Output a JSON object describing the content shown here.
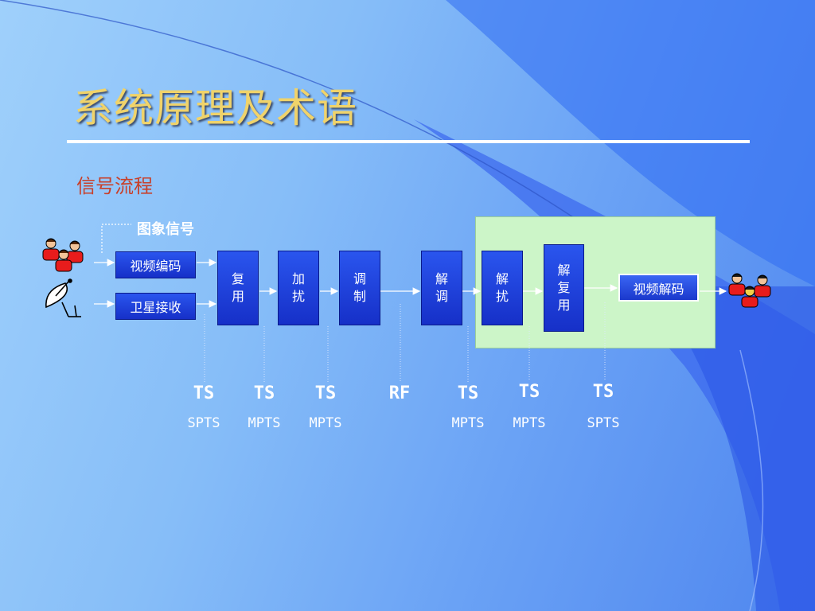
{
  "slide": {
    "title": "系统原理及术语",
    "subtitle": "信号流程"
  },
  "diagram": {
    "image_signal_label": "图象信号",
    "sources": {
      "video_encode": "视频编码",
      "satellite_receive": "卫星接收"
    },
    "stages": [
      {
        "id": "mux",
        "chars": [
          "复",
          "用"
        ]
      },
      {
        "id": "scramble",
        "chars": [
          "加",
          "扰"
        ]
      },
      {
        "id": "modulate",
        "chars": [
          "调",
          "制"
        ]
      },
      {
        "id": "demodulate",
        "chars": [
          "解",
          "调"
        ]
      },
      {
        "id": "descramble",
        "chars": [
          "解",
          "扰"
        ]
      },
      {
        "id": "demux",
        "chars": [
          "解",
          "复",
          "用"
        ]
      }
    ],
    "video_decode": "视频解码",
    "stream_labels": [
      {
        "main": "TS",
        "sub": "SPTS"
      },
      {
        "main": "TS",
        "sub": "MPTS"
      },
      {
        "main": "TS",
        "sub": "MPTS"
      },
      {
        "main": "RF",
        "sub": ""
      },
      {
        "main": "TS",
        "sub": "MPTS"
      },
      {
        "main": "TS",
        "sub": "MPTS"
      },
      {
        "main": "TS",
        "sub": "SPTS"
      }
    ]
  },
  "icons": {
    "viewers_left": "people-icon",
    "satellite": "satellite-dish-icon",
    "viewers_right": "people-icon"
  },
  "colors": {
    "title": "#f0d36a",
    "subtitle": "#c8402a",
    "box": "#1e3ee0",
    "panel": "#ccf5c8"
  }
}
